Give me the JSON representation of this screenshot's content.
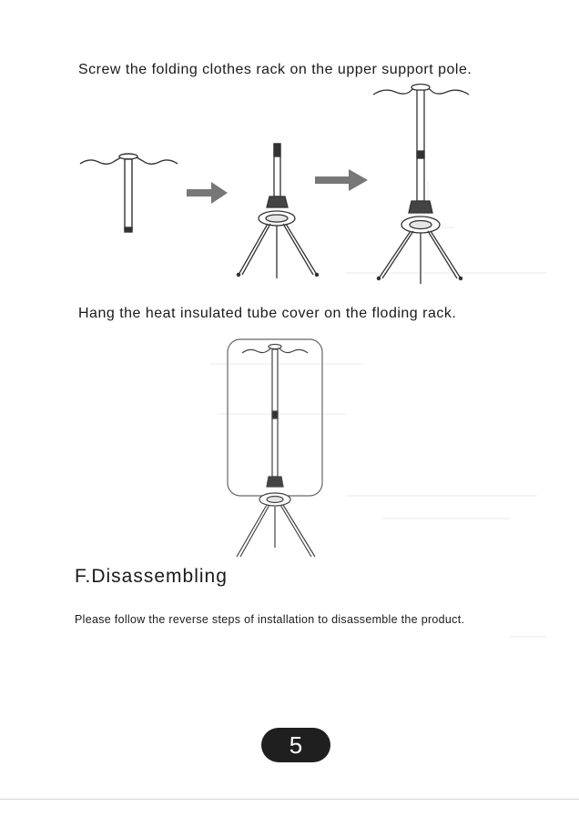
{
  "instructions": {
    "step1_text": "Screw the folding clothes rack on the upper support pole.",
    "step2_text": "Hang the heat insulated tube cover on the floding rack."
  },
  "section": {
    "heading": "F.Disassembling",
    "paragraph": "Please follow the reverse steps of installation to disassemble the product."
  },
  "footer": {
    "page_number": "5"
  }
}
